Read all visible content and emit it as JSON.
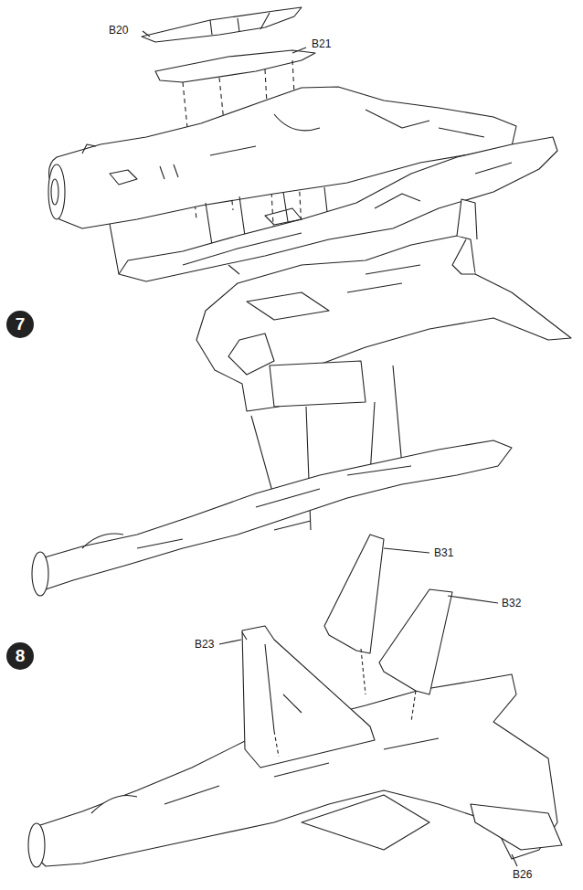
{
  "diagram": {
    "nodes": [
      {
        "text": [
          "7"
        ]
      },
      {
        "text": [
          "8"
        ]
      }
    ],
    "labels": [
      "B20",
      "B21",
      "B31",
      "B32",
      "B23",
      "B26"
    ]
  }
}
